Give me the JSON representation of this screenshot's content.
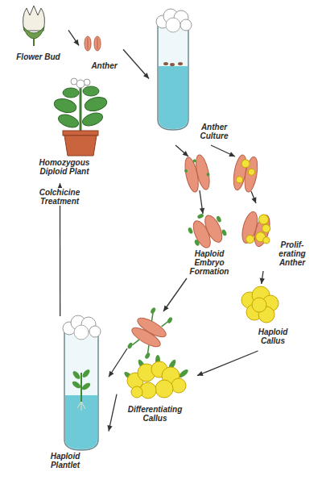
{
  "diagram": {
    "nodes": [
      {
        "text": [
          "Flower Bud"
        ]
      },
      {
        "text": [
          "Anther"
        ]
      },
      {
        "text": [
          "Anther Culture"
        ]
      },
      {
        "text": [
          "Haploid Embryo Formation"
        ]
      },
      {
        "text": [
          "Prolif- erating Anther"
        ]
      },
      {
        "text": [
          "Haploid Callus"
        ]
      },
      {
        "text": [
          "Differentiating Callus"
        ]
      },
      {
        "text": [
          "Haploid Plantlet"
        ]
      },
      {
        "text": [
          "Homozygous Diploid Plant"
        ]
      }
    ],
    "edges": [
      {
        "from": 0,
        "to": 1,
        "arrow": "to"
      },
      {
        "from": 1,
        "to": 2,
        "arrow": "to"
      },
      {
        "from": 2,
        "to": 3,
        "arrow": "to"
      },
      {
        "from": 2,
        "to": 4,
        "arrow": "to"
      },
      {
        "from": 4,
        "to": 5,
        "arrow": "to"
      },
      {
        "from": 5,
        "to": 6,
        "arrow": "to"
      },
      {
        "from": 6,
        "to": 7,
        "arrow": "to"
      },
      {
        "from": 3,
        "to": 7,
        "arrow": "to"
      },
      {
        "from": 7,
        "to": 8,
        "label": "Colchicine Treatment",
        "arrow": "to"
      }
    ]
  }
}
